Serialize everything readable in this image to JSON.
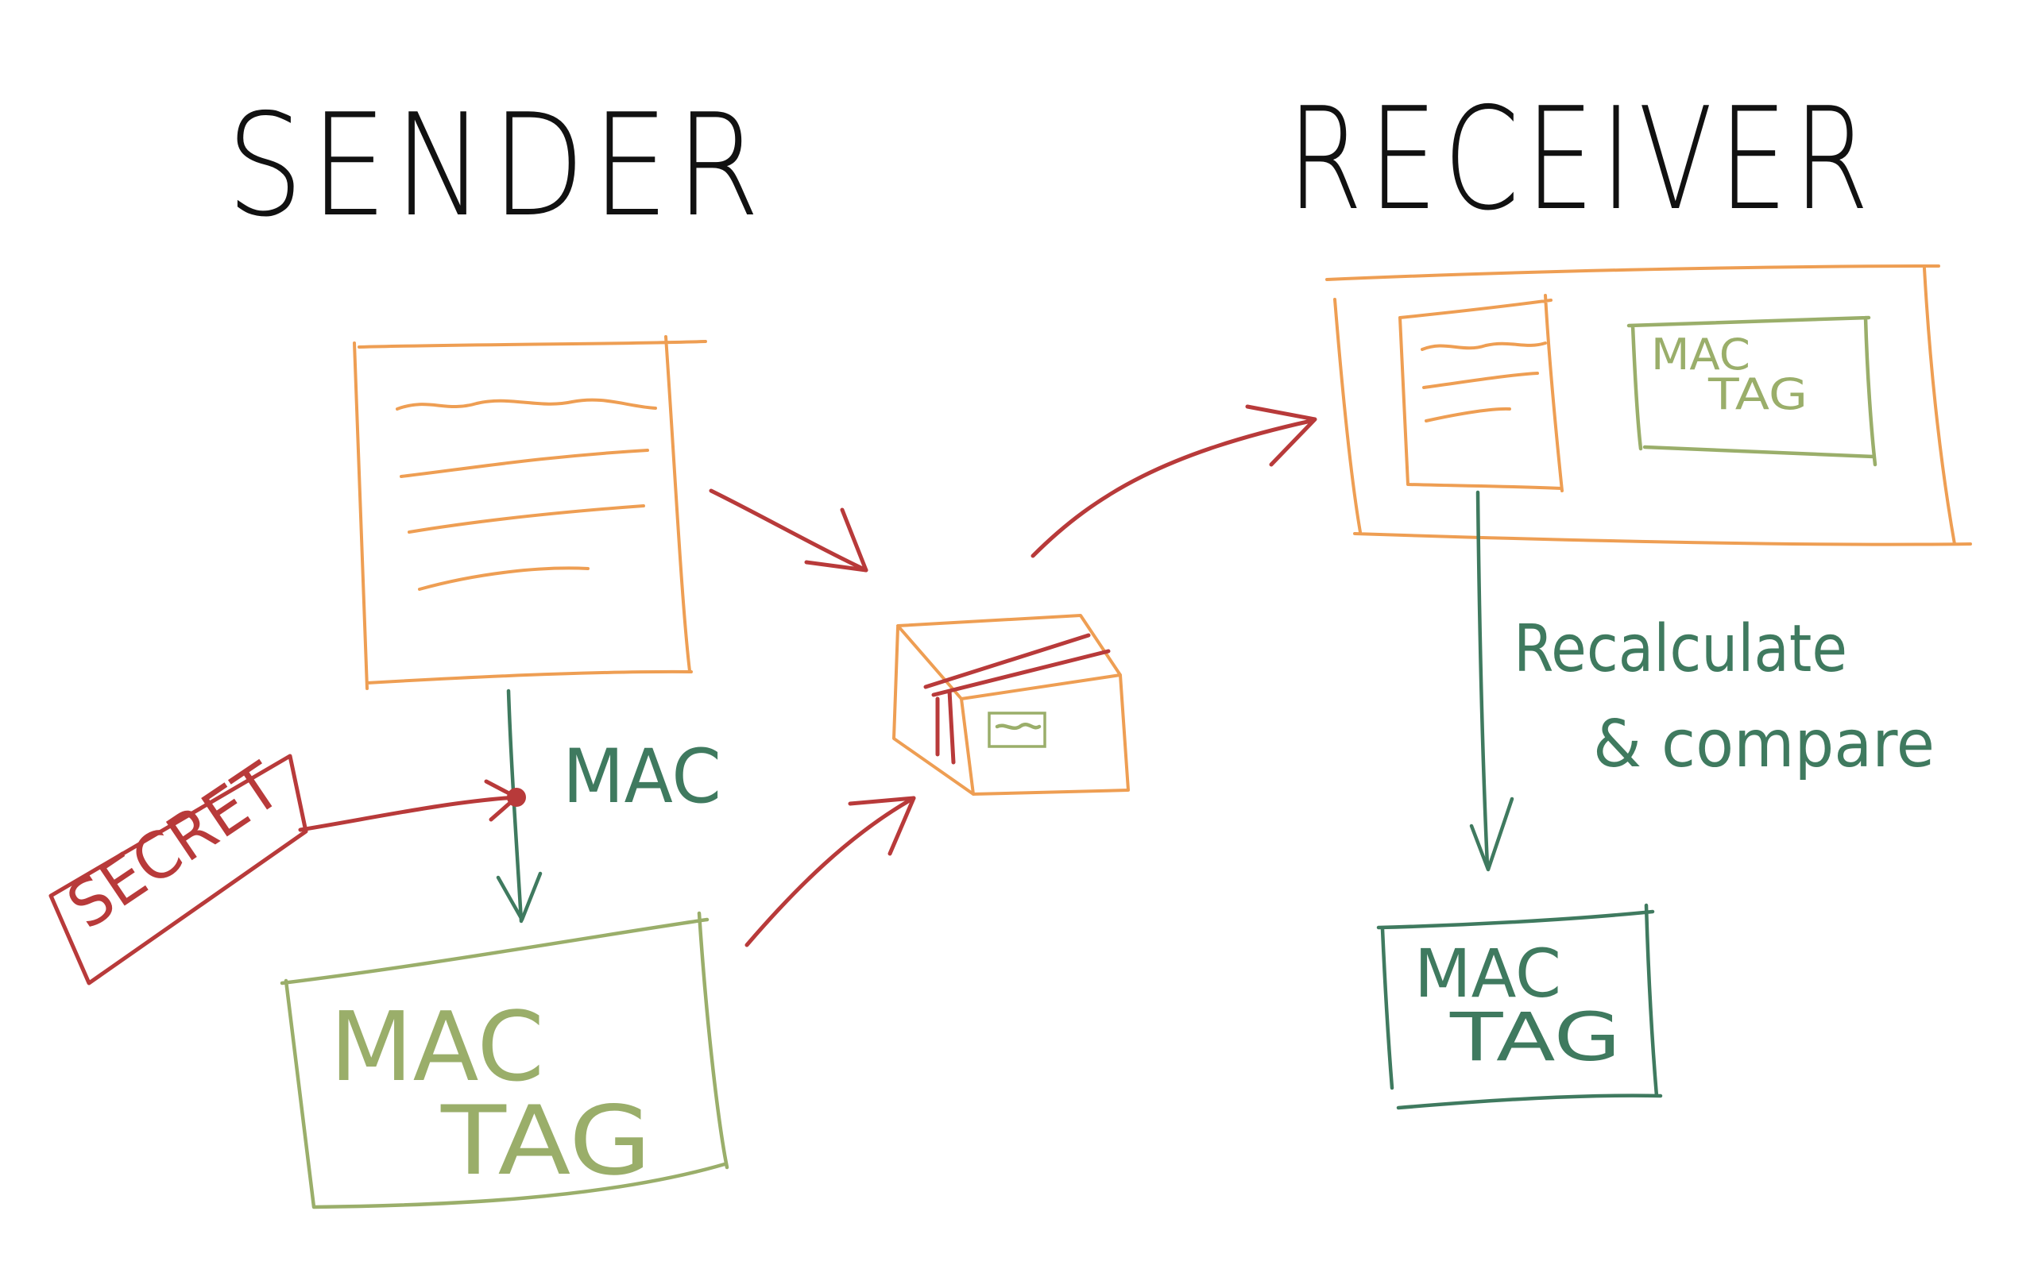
{
  "diagram": {
    "sender_title": "SENDER",
    "receiver_title": "RECEIVER",
    "secret_label": "SECRET",
    "mac_label": "MAC",
    "sender_tag": {
      "line1": "MAC",
      "line2": "TAG"
    },
    "package_tag": {
      "line1": "MAC",
      "line2": "TAG"
    },
    "receiver_tag": {
      "line1": "MAC",
      "line2": "TAG"
    },
    "recalc_label": {
      "line1": "Recalculate",
      "line2": "& compare"
    }
  },
  "colors": {
    "ink": "#111111",
    "message": "#ee9e53",
    "arrow": "#b83a3a",
    "tag": "#9aae6a",
    "verify": "#3f7a5f"
  }
}
